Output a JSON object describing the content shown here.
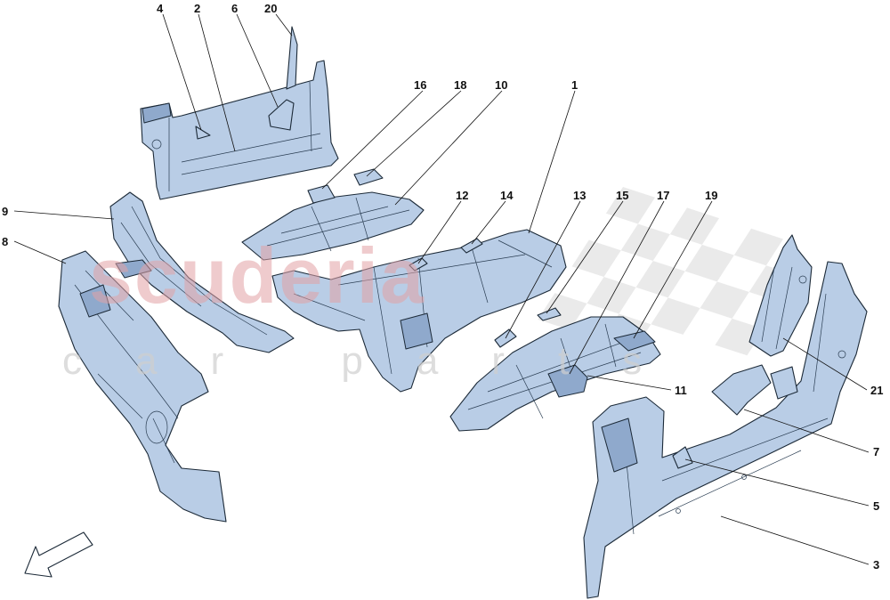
{
  "watermark": {
    "main_text": "scuderia",
    "sub_text": "car parts",
    "main_color": "#e2a2a6",
    "sub_color": "#cfcfcf"
  },
  "part_color": "#b9cde6",
  "outline_color": "#1c2a38",
  "direction_arrow": "front-direction-arrow",
  "callouts": {
    "c1": "1",
    "c2": "2",
    "c3": "3",
    "c4": "4",
    "c5": "5",
    "c6": "6",
    "c7": "7",
    "c8": "8",
    "c9": "9",
    "c10": "10",
    "c11": "11",
    "c12": "12",
    "c13": "13",
    "c14": "14",
    "c15": "15",
    "c16": "16",
    "c17": "17",
    "c18": "18",
    "c19": "19",
    "c20": "20",
    "c21": "21"
  }
}
